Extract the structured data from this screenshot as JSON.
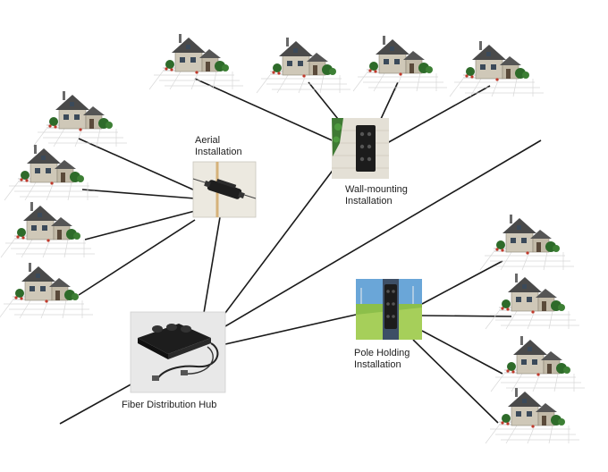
{
  "labels": {
    "aerial_line1": "Aerial",
    "aerial_line2": "Installation",
    "wall_line1": "Wall-mounting",
    "wall_line2": "Installation",
    "pole_line1": "Pole Holding",
    "pole_line2": "Installation",
    "hub": "Fiber Distribution Hub"
  },
  "colors": {
    "line": "#1a1a1a",
    "house_wall": "#cfc8b8",
    "house_roof": "#4a4a4a",
    "tree": "#2e6b2a",
    "flower": "#c0392b",
    "sky": "#6aa6d8",
    "field": "#8cbf4a"
  },
  "icons": {
    "house": "house-icon",
    "aerial_closure": "aerial-closure-icon",
    "wall_terminal": "wall-terminal-icon",
    "pole_terminal": "pole-terminal-icon",
    "hub": "distribution-hub-icon"
  }
}
